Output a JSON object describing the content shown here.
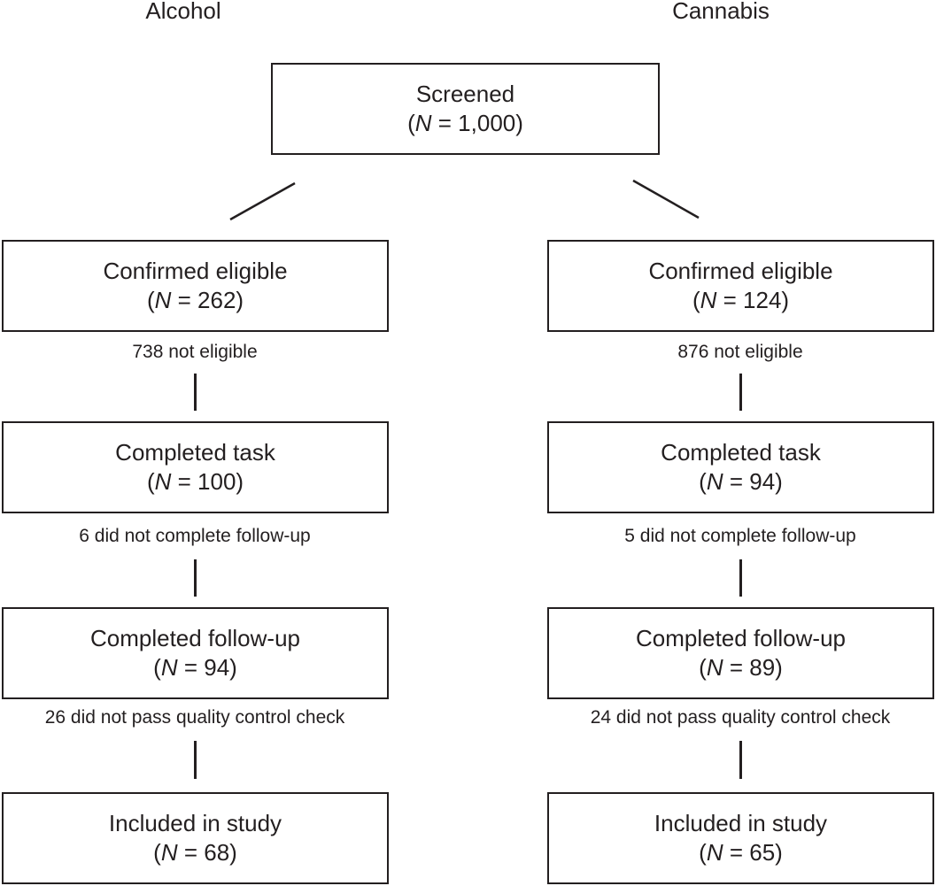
{
  "columns": {
    "left_title": "Alcohol",
    "right_title": "Cannabis"
  },
  "top": {
    "label": "Screened",
    "n_prefix": "(",
    "n_symbol": "N",
    "n_value": " = 1,000)"
  },
  "alcohol": {
    "eligible": {
      "label": "Confirmed eligible",
      "n_value": " = 262)"
    },
    "not_eligible": "738 not eligible",
    "task": {
      "label": "Completed task",
      "n_value": " = 100)"
    },
    "no_followup": "6 did not complete follow-up",
    "followup": {
      "label": "Completed follow-up",
      "n_value": " = 94)"
    },
    "no_qc": "26 did not pass quality control check",
    "included": {
      "label": "Included in study",
      "n_value": " = 68)"
    }
  },
  "cannabis": {
    "eligible": {
      "label": "Confirmed eligible",
      "n_value": " = 124)"
    },
    "not_eligible": "876 not eligible",
    "task": {
      "label": "Completed task",
      "n_value": " = 94)"
    },
    "no_followup": "5 did not complete follow-up",
    "followup": {
      "label": "Completed follow-up",
      "n_value": " = 89)"
    },
    "no_qc": "24 did not pass quality control check",
    "included": {
      "label": "Included in study",
      "n_value": " = 65)"
    }
  },
  "common": {
    "open_paren": "(",
    "n_symbol": "N"
  }
}
